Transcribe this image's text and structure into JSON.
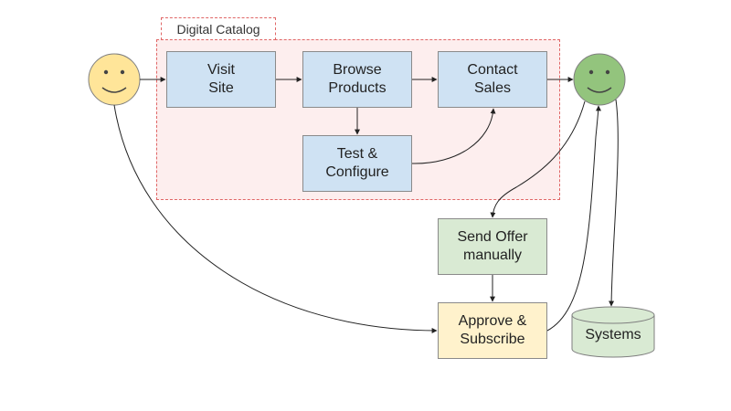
{
  "group": {
    "label": "Digital Catalog"
  },
  "nodes": {
    "visit_site": "Visit\nSite",
    "browse_products": "Browse\nProducts",
    "contact_sales": "Contact\nSales",
    "test_configure": "Test &\nConfigure",
    "send_offer": "Send Offer\nmanually",
    "approve_subscribe": "Approve &\nSubscribe",
    "systems": "Systems"
  },
  "actors": {
    "customer": {
      "icon": "smiley-face-icon",
      "color": "#ffe599"
    },
    "sales": {
      "icon": "smiley-face-icon",
      "color": "#93c47d"
    }
  },
  "colors": {
    "group_fill": "#fdeeee",
    "group_border": "#e06666",
    "blue_box": "#cfe2f3",
    "green_box": "#d9ead3",
    "yellow_box": "#fff2cc",
    "database": "#d9ead3"
  }
}
